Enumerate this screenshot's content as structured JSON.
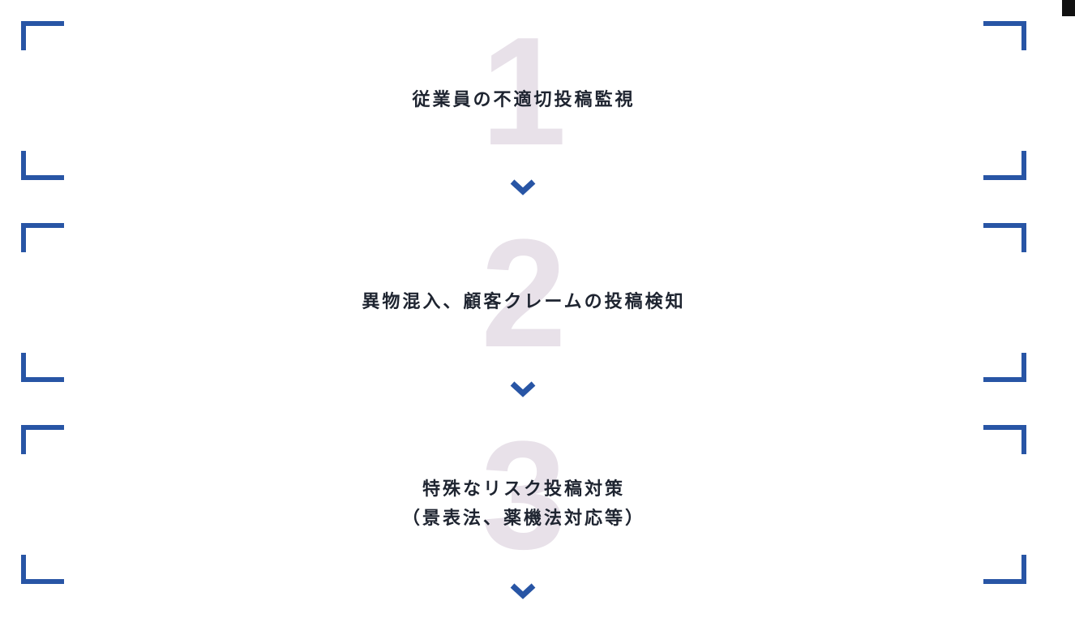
{
  "colors": {
    "accent": "#2855a5",
    "number": "#e8e1e9",
    "text": "#1e2430"
  },
  "steps": [
    {
      "number": "1",
      "lines": [
        "従業員の不適切投稿監視"
      ]
    },
    {
      "number": "2",
      "lines": [
        "異物混入、顧客クレームの投稿検知"
      ]
    },
    {
      "number": "3",
      "lines": [
        "特殊なリスク投稿対策",
        "（景表法、薬機法対応等）"
      ]
    }
  ],
  "icons": {
    "chevron": "chevron-down-icon"
  }
}
